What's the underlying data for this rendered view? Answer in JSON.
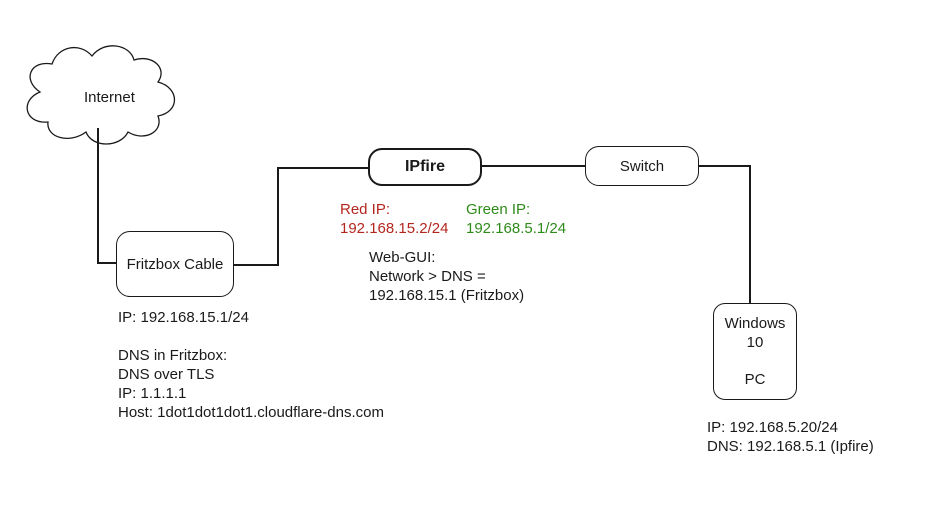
{
  "nodes": {
    "internet": {
      "label": "Internet"
    },
    "fritzbox": {
      "label": "Fritzbox Cable"
    },
    "ipfire": {
      "label": "IPfire"
    },
    "switch": {
      "label": "Switch"
    },
    "windows": {
      "line1": "Windows",
      "line2": "10",
      "line3": "PC"
    }
  },
  "notes": {
    "fritzbox_ip": "IP: 192.168.15.1/24",
    "fritzbox_dns": {
      "line1": "DNS in Fritzbox:",
      "line2": "DNS over TLS",
      "line3": "IP: 1.1.1.1",
      "line4": "Host: 1dot1dot1dot1.cloudflare-dns.com"
    },
    "red_ip": {
      "label": "Red IP:",
      "value": "192.168.15.2/24",
      "color": "#b3261e"
    },
    "green_ip": {
      "label": "Green IP:",
      "value": "192.168.5.1/24",
      "color": "#2e8b1a"
    },
    "webgui": {
      "line1": "Web-GUI:",
      "line2": "Network > DNS =",
      "line3": "192.168.15.1 (Fritzbox)"
    },
    "pc": {
      "ip": "IP: 192.168.5.20/24",
      "dns": "DNS: 192.168.5.1 (Ipfire)"
    }
  }
}
